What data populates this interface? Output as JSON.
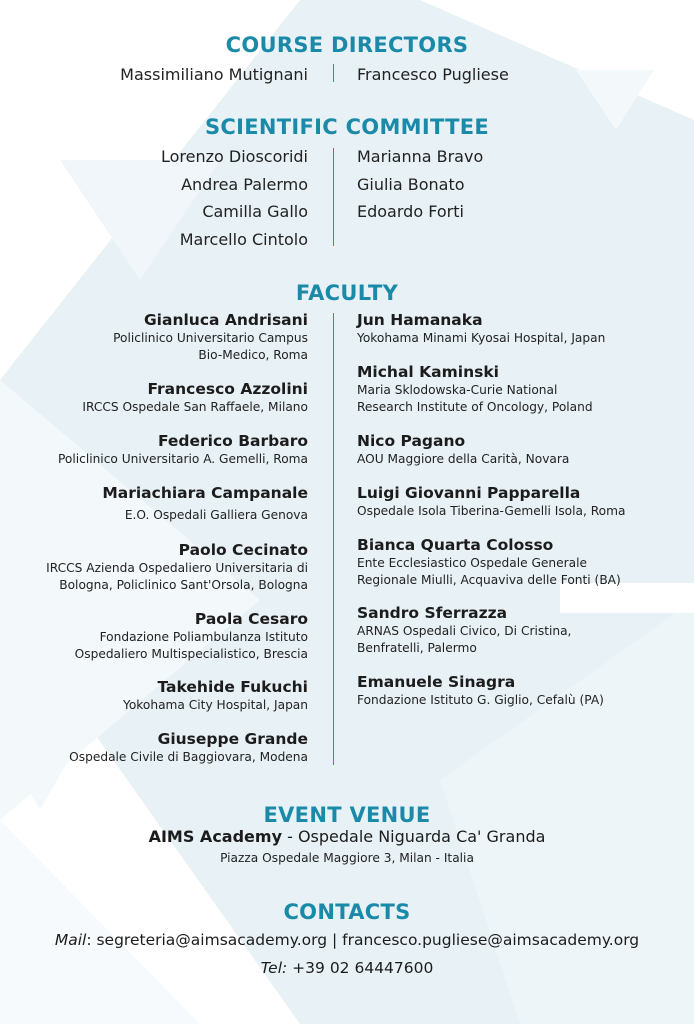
{
  "course_directors": {
    "title": "COURSE DIRECTORS",
    "left": "Massimiliano Mutignani",
    "right": "Francesco Pugliese"
  },
  "scientific_committee": {
    "title": "SCIENTIFIC COMMITTEE",
    "left": [
      "Lorenzo Dioscoridi",
      "Andrea Palermo",
      "Camilla Gallo",
      "Marcello Cintolo"
    ],
    "right": [
      "Marianna Bravo",
      "Giulia Bonato",
      "Edoardo Forti"
    ]
  },
  "faculty": {
    "title": "FACULTY",
    "left": [
      {
        "name": "Gianluca Andrisani",
        "lines": [
          "Policlinico Universitario Campus",
          "Bio-Medico, Roma"
        ]
      },
      {
        "name": "Francesco Azzolini",
        "lines": [
          "IRCCS Ospedale San Raffaele, Milano"
        ]
      },
      {
        "name": "Federico Barbaro",
        "lines": [
          "Policlinico Universitario A. Gemelli, Roma"
        ]
      },
      {
        "name": "Mariachiara Campanale",
        "lines": [
          "E.O. Ospedali Galliera Genova"
        ]
      },
      {
        "name": "Paolo Cecinato",
        "lines": [
          "IRCCS Azienda Ospedaliero Universitaria di",
          "Bologna, Policlinico Sant'Orsola, Bologna"
        ]
      },
      {
        "name": "Paola Cesaro",
        "lines": [
          "Fondazione Poliambulanza Istituto",
          "Ospedaliero Multispecialistico, Brescia"
        ]
      },
      {
        "name": "Takehide Fukuchi",
        "lines": [
          "Yokohama City Hospital, Japan"
        ]
      },
      {
        "name": "Giuseppe Grande",
        "lines": [
          "Ospedale Civile di Baggiovara, Modena"
        ]
      }
    ],
    "right": [
      {
        "name": "Jun Hamanaka",
        "lines": [
          "Yokohama Minami Kyosai Hospital, Japan"
        ]
      },
      {
        "name": "Michal Kaminski",
        "lines": [
          "Maria Sklodowska-Curie National",
          "Research Institute of Oncology, Poland"
        ]
      },
      {
        "name": "Nico Pagano",
        "lines": [
          "AOU Maggiore della Carità, Novara"
        ]
      },
      {
        "name": "Luigi Giovanni Papparella",
        "lines": [
          "Ospedale Isola Tiberina-Gemelli Isola, Roma"
        ]
      },
      {
        "name": "Bianca Quarta Colosso",
        "lines": [
          "Ente Ecclesiastico Ospedale Generale",
          "Regionale Miulli, Acquaviva delle Fonti (BA)"
        ]
      },
      {
        "name": "Sandro Sferrazza",
        "lines": [
          "ARNAS Ospedali Civico, Di Cristina,",
          "Benfratelli, Palermo"
        ]
      },
      {
        "name": "Emanuele Sinagra",
        "lines": [
          "Fondazione Istituto G. Giglio, Cefalù (PA)"
        ]
      }
    ]
  },
  "event_venue": {
    "title": "EVENT VENUE",
    "venue_name": "AIMS Academy",
    "venue_rest": " - Ospedale Niguarda Ca' Granda",
    "address": "Piazza Ospedale Maggiore 3, Milan - Italia"
  },
  "contacts": {
    "title": "CONTACTS",
    "mail_label": "Mail",
    "mail_value": ":  segreteria@aimsacademy.org | francesco.pugliese@aimsacademy.org",
    "tel_label": "Tel:",
    "tel_value": "  +39 02 64447600"
  },
  "colors": {
    "accent": "#1a8aa8",
    "background_shape": "#e7f0f5",
    "background_shape_light": "#f2f7fa",
    "text": "#222222"
  }
}
